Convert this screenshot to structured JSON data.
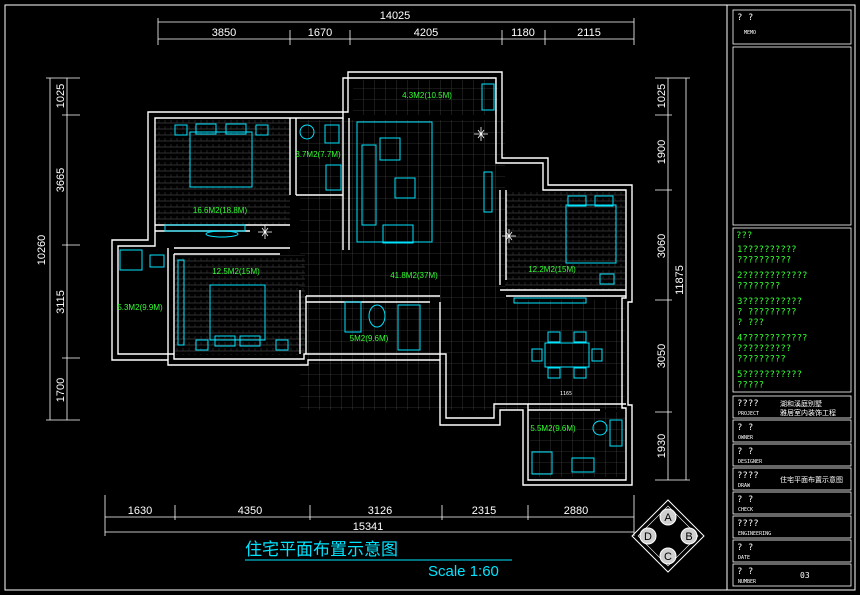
{
  "dimensions": {
    "top_total": "14025",
    "top_segments": [
      "3850",
      "1670",
      "4205",
      "1180",
      "2115"
    ],
    "bottom_total": "15341",
    "bottom_segments": [
      "1630",
      "4350",
      "3126",
      "2315",
      "2880"
    ],
    "left_total": "10260",
    "left_segments": [
      "1025",
      "3665",
      "3115",
      "1700"
    ],
    "right_total": "11875",
    "right_segments": [
      "1025",
      "1900",
      "3060",
      "3050",
      "1930"
    ]
  },
  "rooms": {
    "balcony": "4.3M2(10.5M)",
    "master_bedroom": "16.6M2(18.8M)",
    "master_bath": "3.7M2(7.7M)",
    "living": "41.8M2(37M)",
    "bedroom_right": "12.2M2(15M)",
    "bedroom_left": "12.5M2(15M)",
    "study": "5.3M2(9.9M)",
    "bath": "5M2(9.6M)",
    "kitchen": "5.5M2(9.6M)"
  },
  "drawing": {
    "title": "住宅平面布置示意图",
    "scale": "Scale 1:60",
    "dining_label": "1165"
  },
  "compass": {
    "top": "A",
    "right": "B",
    "bottom": "C",
    "left": "D"
  },
  "title_block": {
    "memo_header": "?   ?",
    "memo_sub": "MEMO",
    "notes_header": "???",
    "notes": [
      [
        "1??????????",
        "   ??????????"
      ],
      [
        "2????????????",
        "   ????????"
      ],
      [
        "3???????????",
        "   ? ?????????",
        "   ? ???"
      ],
      [
        "4????????????",
        "   ??????????",
        "   ?????????"
      ],
      [
        "5???????????",
        "   ?????"
      ]
    ],
    "rows": [
      {
        "head": "????",
        "sub": "PROJECT",
        "value": "湖和溪庭别墅",
        "value2": "雅居室内装饰工程"
      },
      {
        "head": "?   ?",
        "sub": "OWNER",
        "value": ""
      },
      {
        "head": "?   ?",
        "sub": "DESIGNER",
        "value": ""
      },
      {
        "head": "????",
        "sub": "DRAW",
        "value": "住宅平面布置示意图"
      },
      {
        "head": "?   ?",
        "sub": "CHECK",
        "value": ""
      },
      {
        "head": "????",
        "sub": "ENGINEERING",
        "value": ""
      },
      {
        "head": "?   ?",
        "sub": "DATE",
        "value": ""
      },
      {
        "head": "?   ?",
        "sub": "NUMBER",
        "value": "03"
      }
    ]
  },
  "colors": {
    "wall": "#ffffff",
    "fixture": "#00e5ff",
    "area_text": "#33ff33",
    "background": "#000000"
  }
}
